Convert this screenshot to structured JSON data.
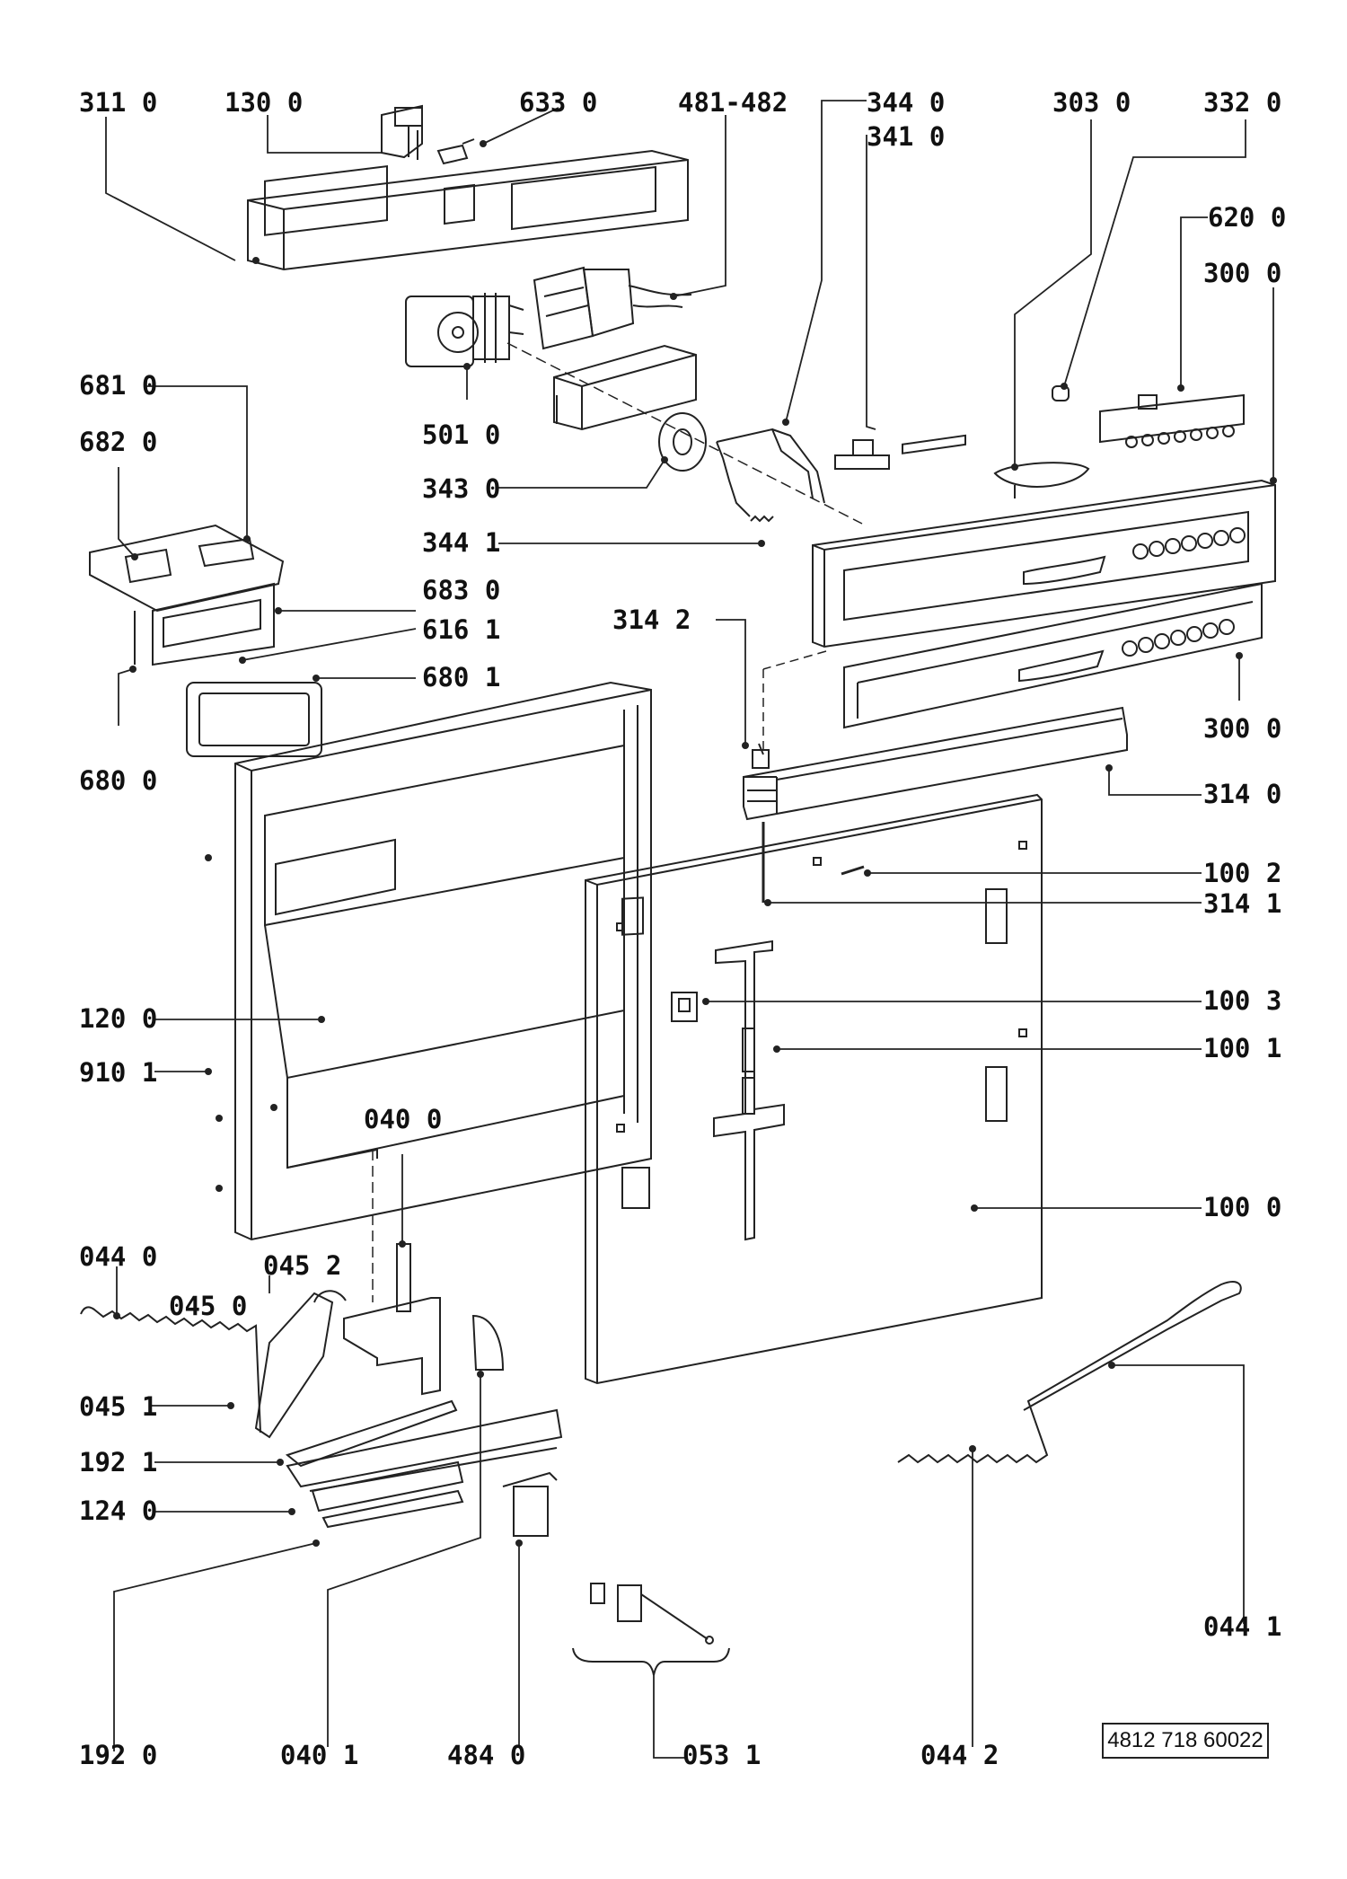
{
  "diagram": {
    "callouts": {
      "c3110": "311 0",
      "c1300": "130 0",
      "c6330": "633 0",
      "c481": "481-482",
      "c3440": "344 0",
      "c3410": "341 0",
      "c3030": "303 0",
      "c3320": "332 0",
      "c6200": "620 0",
      "c3000a": "300 0",
      "c6810": "681 0",
      "c6820": "682 0",
      "c5010": "501 0",
      "c3430": "343 0",
      "c3441": "344 1",
      "c6830": "683 0",
      "c6161": "616 1",
      "c3142": "314 2",
      "c6801": "680 1",
      "c6800": "680 0",
      "c3000b": "300 0",
      "c3140": "314 0",
      "c1002": "100 2",
      "c3141": "314 1",
      "c1003": "100 3",
      "c1200": "120 0",
      "c1001": "100 1",
      "c9101": "910 1",
      "c0400": "040 0",
      "c1000": "100 0",
      "c0440": "044 0",
      "c0452": "045 2",
      "c0450": "045 0",
      "c0451": "045 1",
      "c1921": "192 1",
      "c1240": "124 0",
      "c0441": "044 1",
      "c1920": "192 0",
      "c0401": "040 1",
      "c4840": "484 0",
      "c0531": "053 1",
      "c0442": "044 2"
    },
    "document_code": "4812 718 60022"
  }
}
